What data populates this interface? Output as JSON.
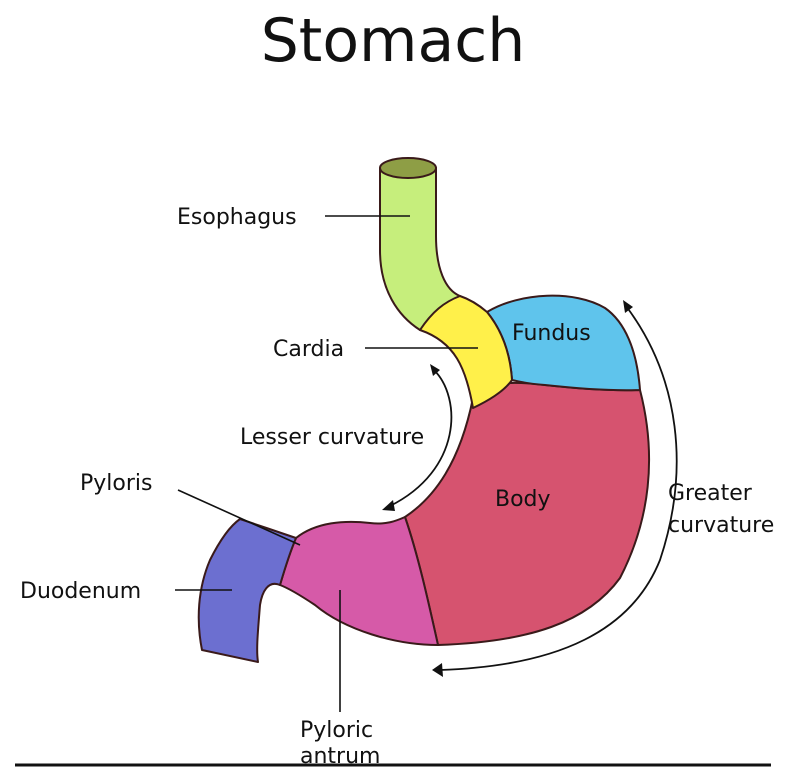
{
  "title": "Stomach",
  "labels": {
    "esophagus": "Esophagus",
    "cardia": "Cardia",
    "fundus": "Fundus",
    "lesser_curvature": "Lesser curvature",
    "pyloris": "Pyloris",
    "body": "Body",
    "greater_curvature_line1": "Greater",
    "greater_curvature_line2": "curvature",
    "duodenum": "Duodenum",
    "pyloric_antrum_line1": "Pyloric",
    "pyloric_antrum_line2": "antrum"
  },
  "colors": {
    "esophagus": "#c6ee7c",
    "esophagus_top": "#8e9e45",
    "cardia": "#fff04a",
    "fundus": "#5fc4ec",
    "body": "#d6536f",
    "pyloric_antrum": "#d65aa8",
    "duodenum": "#6c6fd0"
  }
}
